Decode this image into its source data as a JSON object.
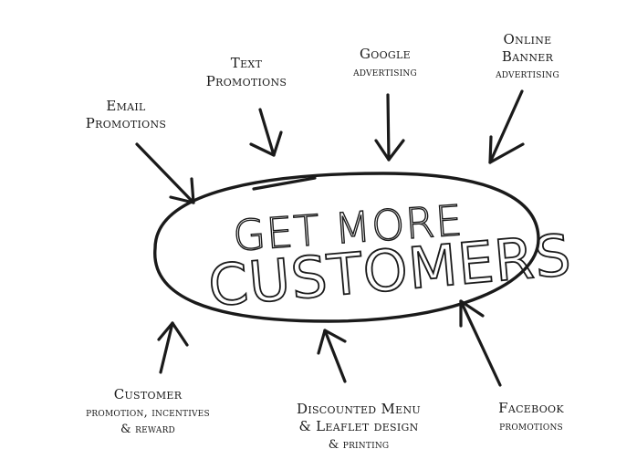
{
  "center": {
    "line1": "GET MORE",
    "line2": "CUSTOMERS"
  },
  "nodes": {
    "email": [
      "Email",
      "Promotions"
    ],
    "text": [
      "Text",
      "Promotions"
    ],
    "google": [
      "Google",
      "advertising"
    ],
    "online": [
      "Online",
      "Banner",
      "advertising"
    ],
    "customer": [
      "Customer",
      "promotion, incentives",
      "& reward"
    ],
    "menu": [
      "Discounted Menu",
      "& Leaflet design",
      "& printing"
    ],
    "facebook": [
      "Facebook",
      "promotions"
    ]
  }
}
